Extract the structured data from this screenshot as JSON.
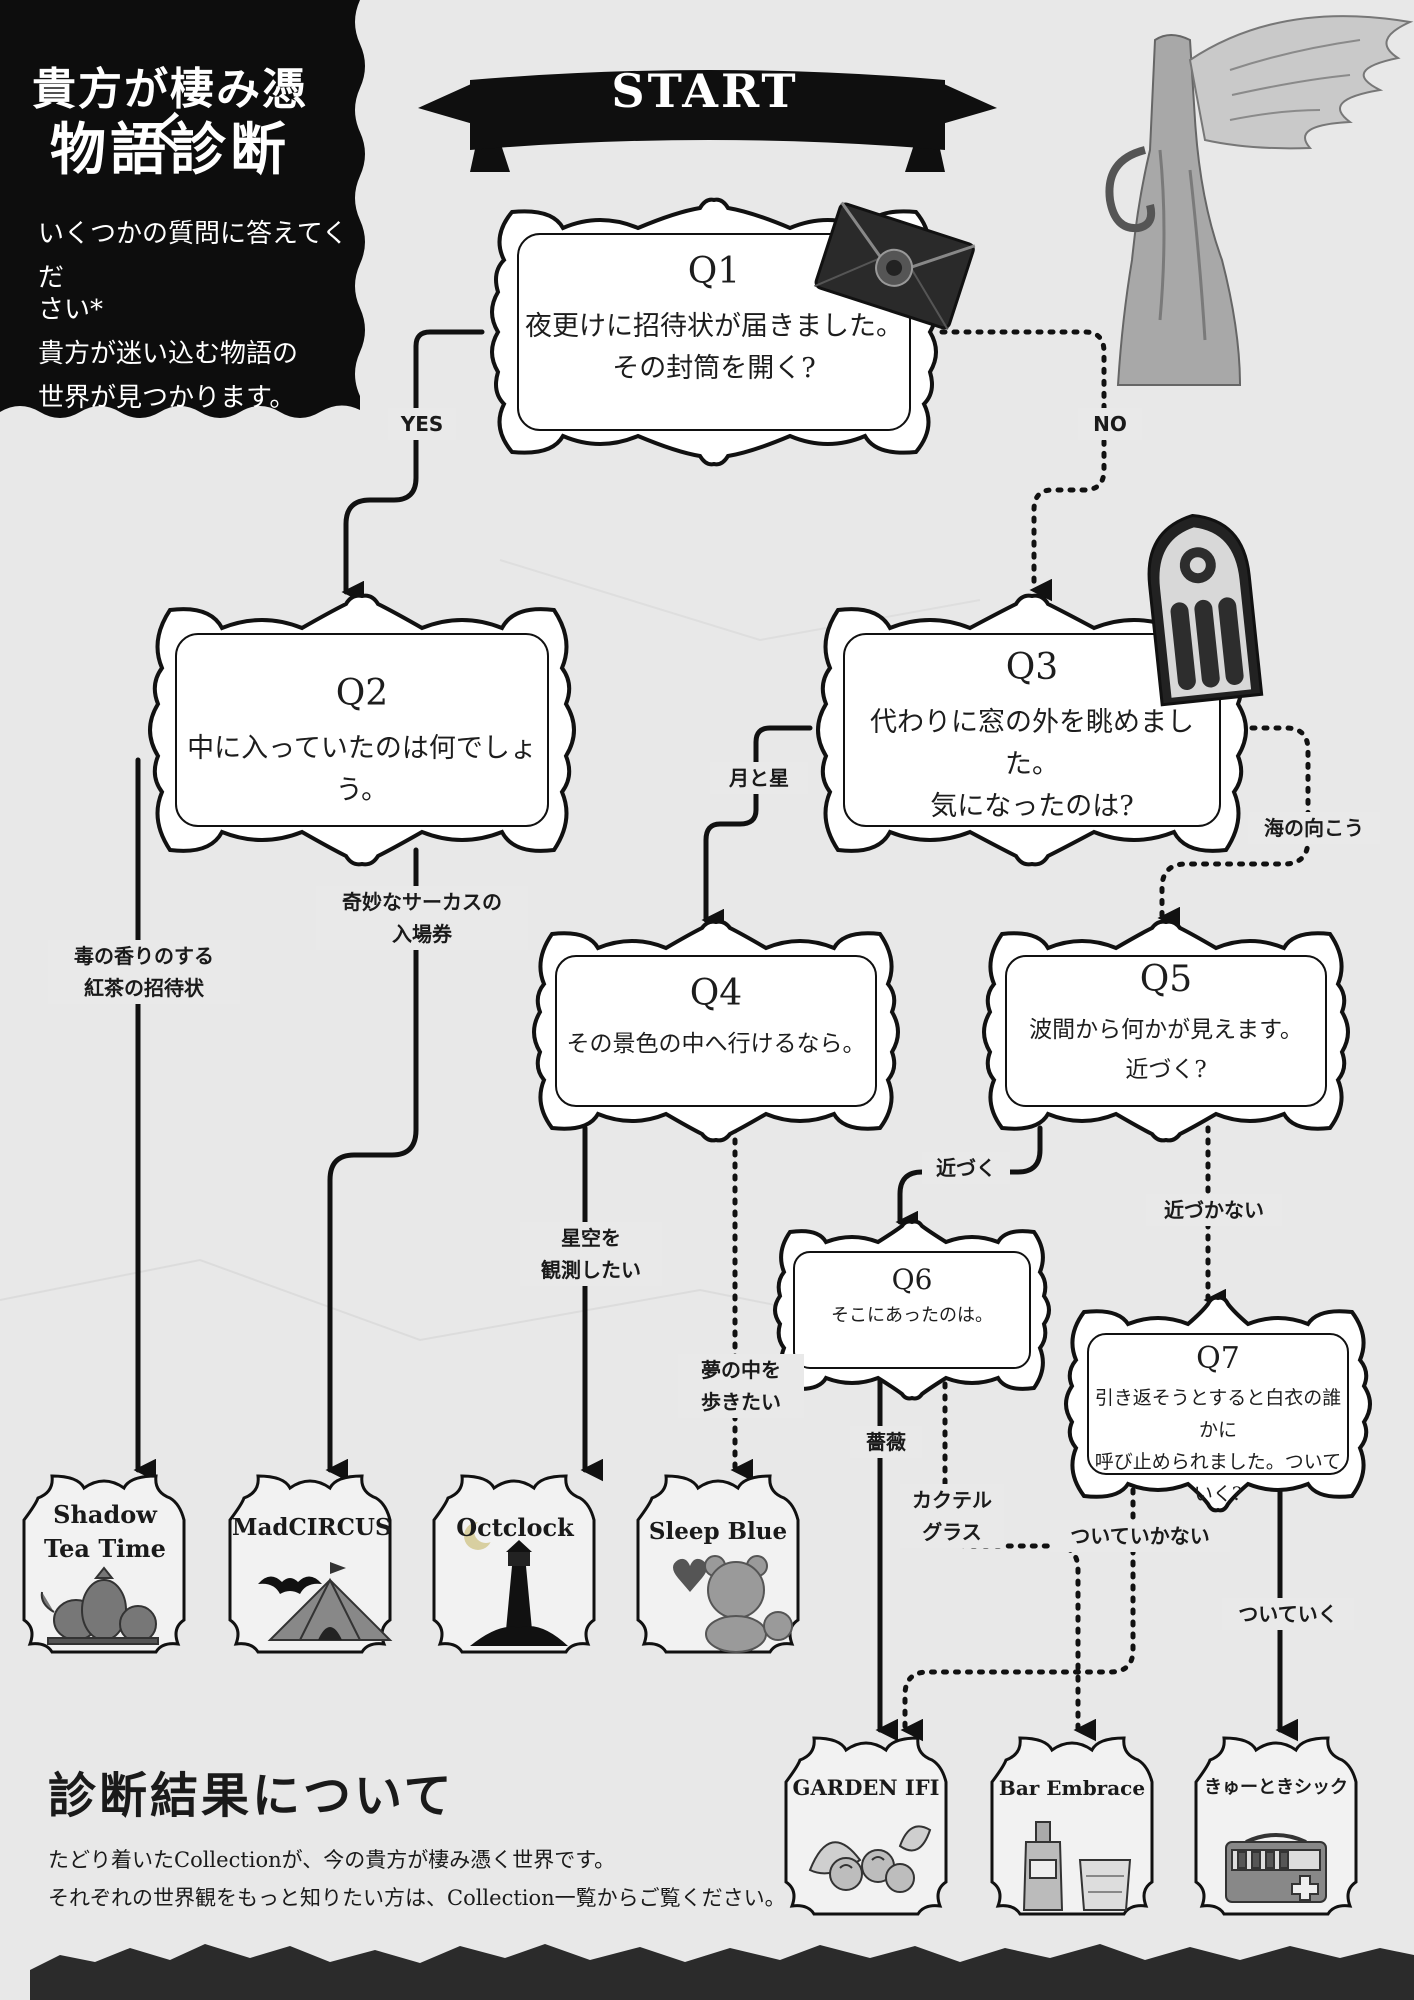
{
  "header": {
    "title_line1": "貴方が棲み憑く",
    "title_line2": "物語診断",
    "intro_lines": [
      "いくつかの質問に答えてくだ",
      "さい*",
      "貴方が迷い込む物語の",
      "世界が見つかります。"
    ]
  },
  "start_label": "START",
  "questions": {
    "q1": {
      "num": "Q1",
      "lines": [
        "夜更けに招待状が届きました。",
        "その封筒を開く?"
      ]
    },
    "q2": {
      "num": "Q2",
      "lines": [
        "中に入っていたのは何でしょう。"
      ]
    },
    "q3": {
      "num": "Q3",
      "lines": [
        "代わりに窓の外を眺めました。",
        "気になったのは?"
      ]
    },
    "q4": {
      "num": "Q4",
      "lines": [
        "その景色の中へ行けるなら。"
      ]
    },
    "q5": {
      "num": "Q5",
      "lines": [
        "波間から何かが見えます。",
        "近づく?"
      ]
    },
    "q6": {
      "num": "Q6",
      "lines": [
        "そこにあったのは。"
      ]
    },
    "q7": {
      "num": "Q7",
      "lines": [
        "引き返そうとすると白衣の誰かに",
        "呼び止められました。ついていく?"
      ]
    }
  },
  "branches": {
    "yes": "YES",
    "no": "NO",
    "poison_tea": [
      "毒の香りのする",
      "紅茶の招待状"
    ],
    "circus": [
      "奇妙なサーカスの",
      "入場券"
    ],
    "moon_star": "月と星",
    "beyond_sea": "海の向こう",
    "observe_sky": [
      "星空を",
      "観測したい"
    ],
    "walk_dream": [
      "夢の中を",
      "歩きたい"
    ],
    "approach": "近づく",
    "not_approach": "近づかない",
    "rose": "薔薇",
    "cocktail": [
      "カクテル",
      "グラス"
    ],
    "not_follow": "ついていかない",
    "follow": "ついていく"
  },
  "results": {
    "shadow_tea_time": [
      "Shadow",
      "Tea Time"
    ],
    "madcircus": "MadCIRCUS",
    "octclock": "Octclock",
    "sleep_blue": "Sleep Blue",
    "garden_if": "GARDEN IFI",
    "bar_embrace": "Bar Embrace",
    "kyuu_toki_sick": "きゅーときシック"
  },
  "about": {
    "title": "診断結果について",
    "line1": "たどり着いたCollectionが、今の貴方が棲み憑く世界です。",
    "line2": "それぞれの世界観をもっと知りたい方は、Collection一覧からご覧ください。"
  },
  "colors": {
    "ink": "#1a1a1a",
    "paper": "#e9e9e9",
    "frame": "#ffffff",
    "panel": "#0d0d0d"
  },
  "icons": [
    "wax-sealed-envelope-icon",
    "angel-statue-icon",
    "gothic-window-icon",
    "teapot-icon",
    "bat-icon",
    "circus-tent-icon",
    "moon-icon",
    "lighthouse-icon",
    "heart-icon",
    "teddy-bear-icon",
    "roses-icon",
    "bottle-and-glass-icon",
    "medical-kit-icon"
  ]
}
